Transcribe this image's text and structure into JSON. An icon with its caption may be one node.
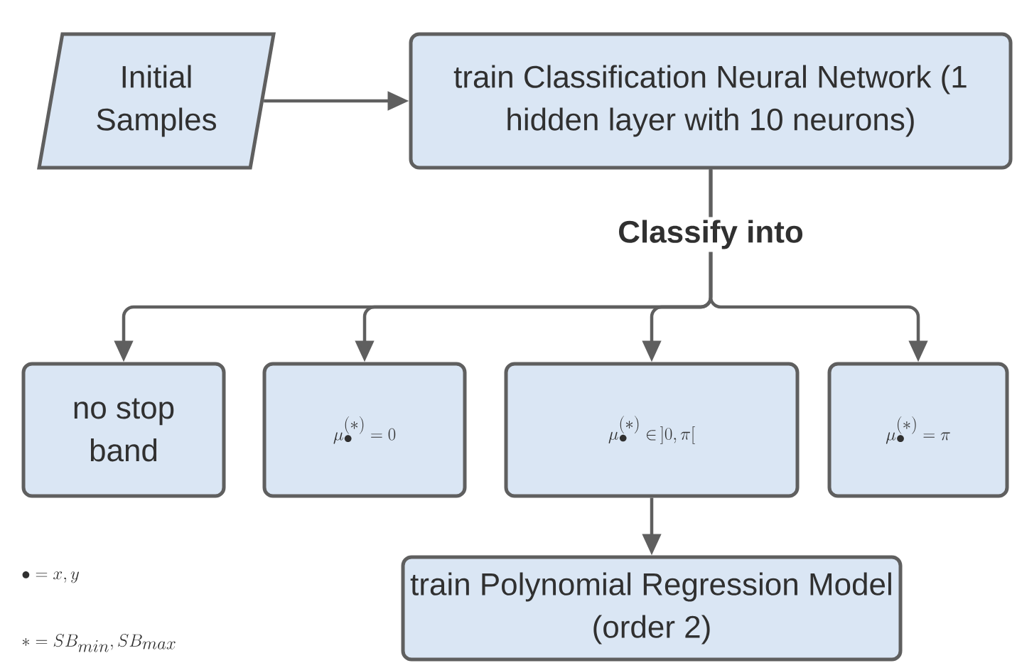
{
  "diagram": {
    "nodes": [
      {
        "text": [
          "Initial Samples"
        ]
      },
      {
        "text": [
          "train Classification Neural Network (1 hidden layer with 10 neurons)"
        ]
      },
      {
        "text": [
          "no stop band"
        ]
      },
      {
        "text": [
          "\\mu_{\\bullet}^{(*)} = 0"
        ]
      },
      {
        "text": [
          "\\mu_{\\bullet}^{(*)} \\in \\, ]0, \\pi["
        ]
      },
      {
        "text": [
          "\\mu_{\\bullet}^{(*)} = \\pi"
        ]
      },
      {
        "text": [
          "train Polynomial Regression Model (order 2)"
        ]
      }
    ],
    "edges": [
      {
        "from": 0,
        "to": 1,
        "arrow": "to"
      },
      {
        "from": 1,
        "to": 2,
        "arrow": "to"
      },
      {
        "from": 1,
        "to": 3,
        "arrow": "to"
      },
      {
        "from": 1,
        "to": 4,
        "arrow": "to",
        "label": "Classify into"
      },
      {
        "from": 1,
        "to": 5,
        "arrow": "to"
      },
      {
        "from": 4,
        "to": 6,
        "arrow": "to"
      }
    ],
    "labels": [
      "\\bullet = x, y",
      "* = SB_{min}, SB_{max}"
    ]
  }
}
